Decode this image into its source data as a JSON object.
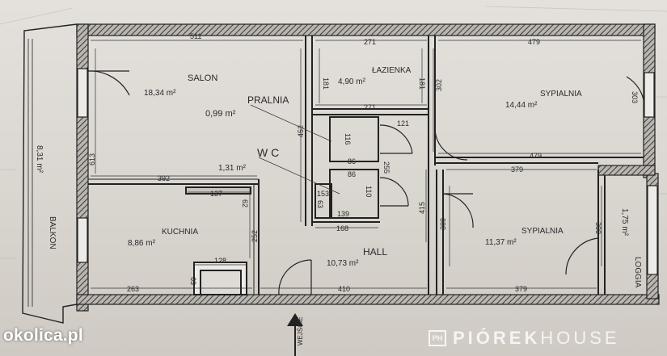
{
  "rooms": {
    "salon": {
      "name": "SALON",
      "area": "18,34 m²"
    },
    "pralnia": {
      "name": "PRALNIA",
      "area": "0,99 m²"
    },
    "wc": {
      "name": "W C",
      "area": "1,31 m²"
    },
    "lazienka": {
      "name": "ŁAZIENKA",
      "area": "4,90 m²"
    },
    "sypialnia1": {
      "name": "SYPIALNIA",
      "area": "14,44 m²"
    },
    "sypialnia2": {
      "name": "SYPIALNIA",
      "area": "11,37 m²"
    },
    "kuchnia": {
      "name": "KUCHNIA",
      "area": "8,86 m²"
    },
    "hall": {
      "name": "HALL",
      "area": "10,73 m²"
    },
    "balkon": {
      "name": "BALKON",
      "area": "8,31 m²"
    },
    "loggia": {
      "name": "LOGGIA",
      "area": "1,75 m²"
    }
  },
  "dimensions": {
    "d511": "511",
    "d271top": "271",
    "d479top": "479",
    "d181a": "181",
    "d181b": "181",
    "d271mid": "271",
    "d302": "302",
    "d303": "303",
    "d452": "452",
    "d116": "116",
    "d121": "121",
    "d86a": "86",
    "d86b": "86",
    "d479mid": "479",
    "d379top": "379",
    "d613": "613",
    "d392": "392",
    "d137": "137",
    "d62": "62",
    "d255": "255",
    "d153": "153",
    "d110": "110",
    "d415": "415",
    "d63a": "63",
    "d139": "139",
    "d168": "168",
    "d252": "252",
    "d300a": "300",
    "d300b": "300",
    "d128": "128",
    "d63b": "63",
    "d263": "263",
    "d410": "410",
    "d379bot": "379"
  },
  "entrance": {
    "label": "WEJŚCIE"
  },
  "watermarks": {
    "left": "okolica.pl",
    "right_icon": "PH",
    "right_bold": "PIÓREK",
    "right_light": "HOUSE"
  }
}
